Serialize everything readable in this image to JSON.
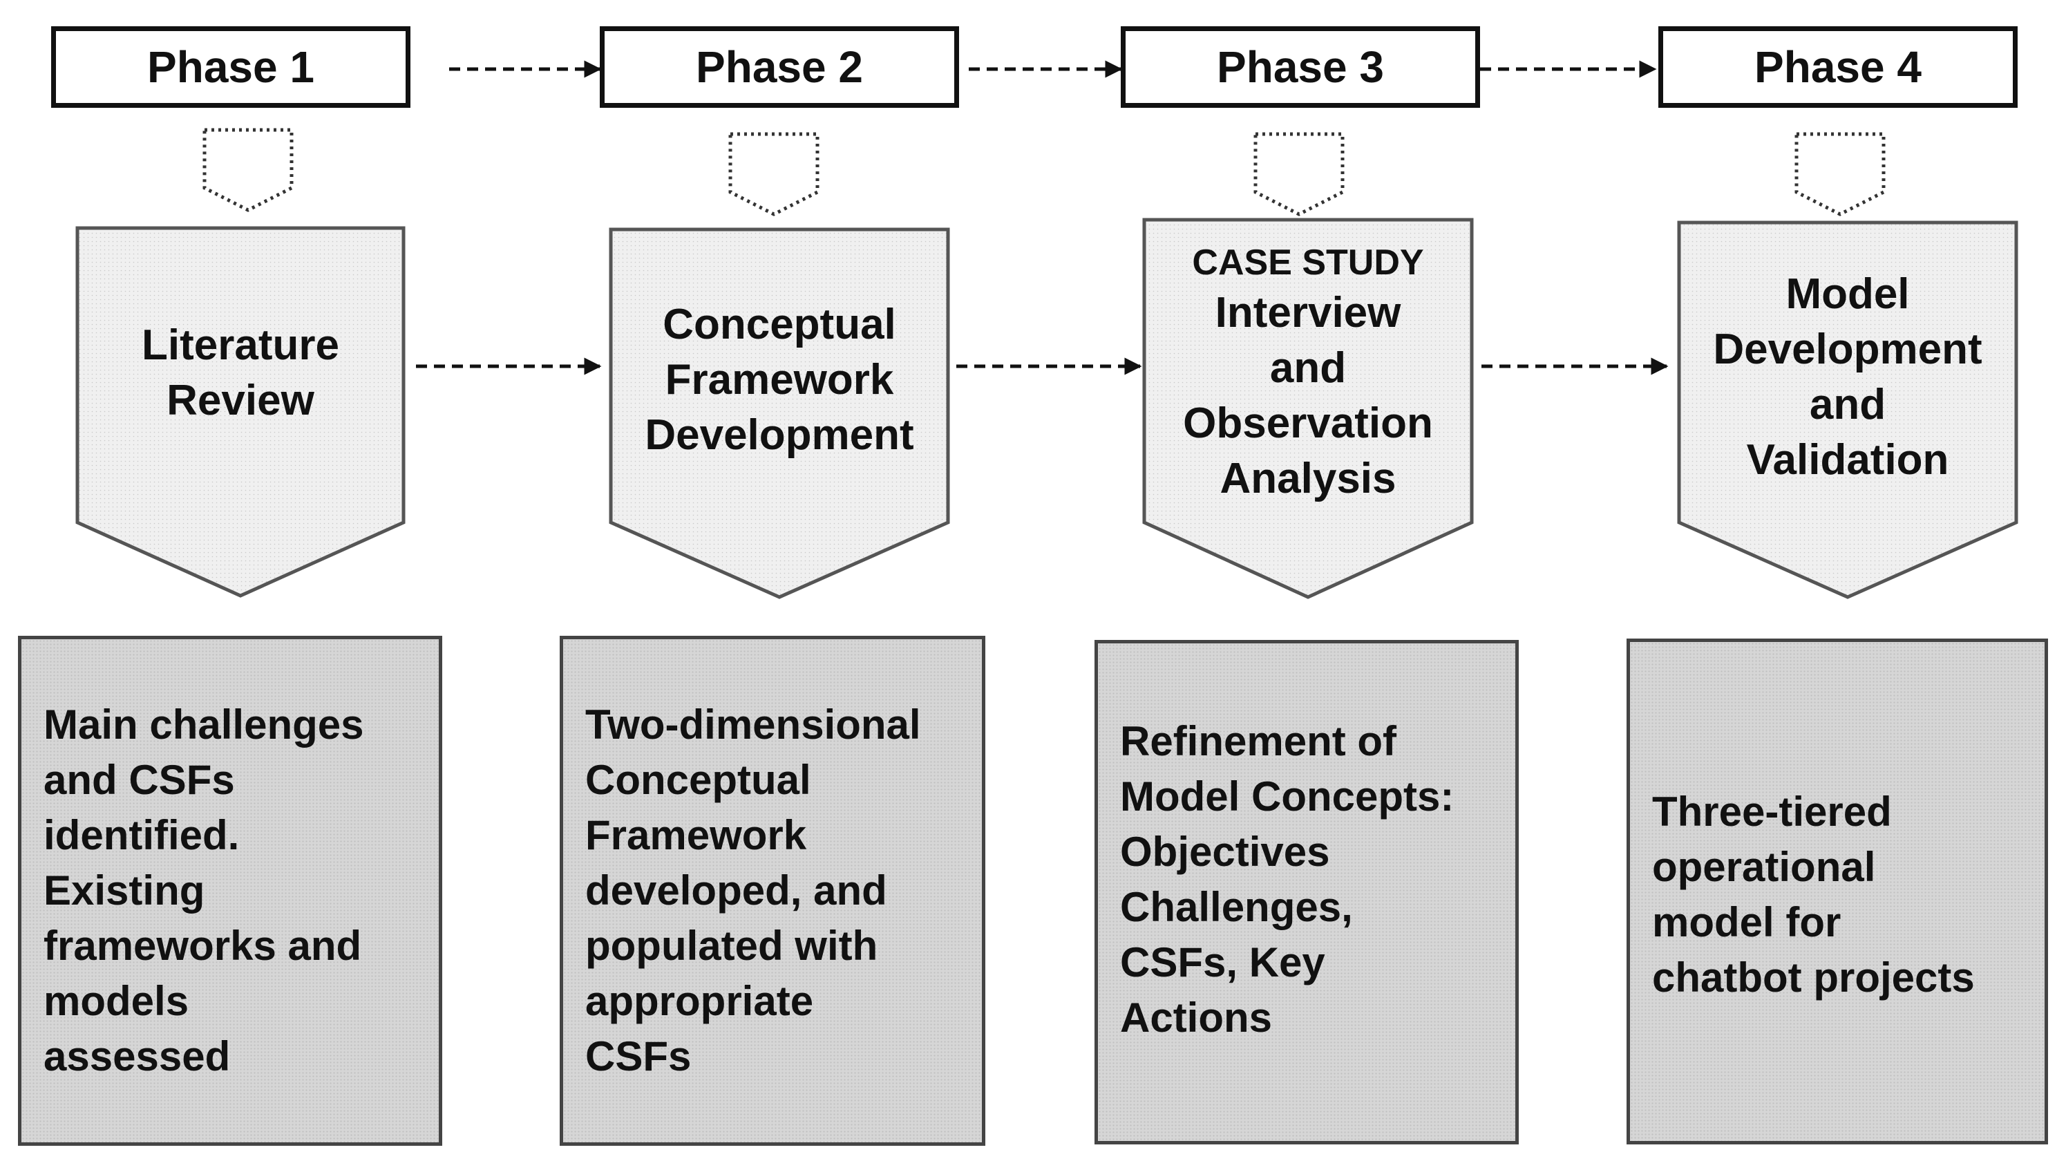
{
  "phases": [
    {
      "header": "Phase 1",
      "stage_lines": [
        "Literature",
        "Review"
      ],
      "result_lines": [
        "Main challenges",
        "and CSFs",
        "identified.",
        "Existing",
        "frameworks and",
        "models",
        "assessed"
      ]
    },
    {
      "header": "Phase 2",
      "stage_lines": [
        "Conceptual",
        "Framework",
        "Development"
      ],
      "result_lines": [
        "Two-dimensional",
        "Conceptual",
        "Framework",
        "developed, and",
        "populated with",
        "appropriate",
        "CSFs"
      ]
    },
    {
      "header": "Phase 3",
      "stage_caption": "CASE STUDY",
      "stage_lines": [
        "Interview",
        "and",
        "Observation",
        "Analysis"
      ],
      "result_lines": [
        "Refinement of",
        "Model Concepts:",
        "Objectives",
        "Challenges,",
        "CSFs, Key",
        "Actions"
      ]
    },
    {
      "header": "Phase 4",
      "stage_lines": [
        "Model",
        "Development",
        "and",
        "Validation"
      ],
      "result_lines": [
        "Three-tiered",
        "operational",
        "model for",
        "chatbot projects"
      ]
    }
  ],
  "colors": {
    "outline": "#111111",
    "stage_fill": "#f0f0f0",
    "result_fill": "#d6d6d6"
  }
}
